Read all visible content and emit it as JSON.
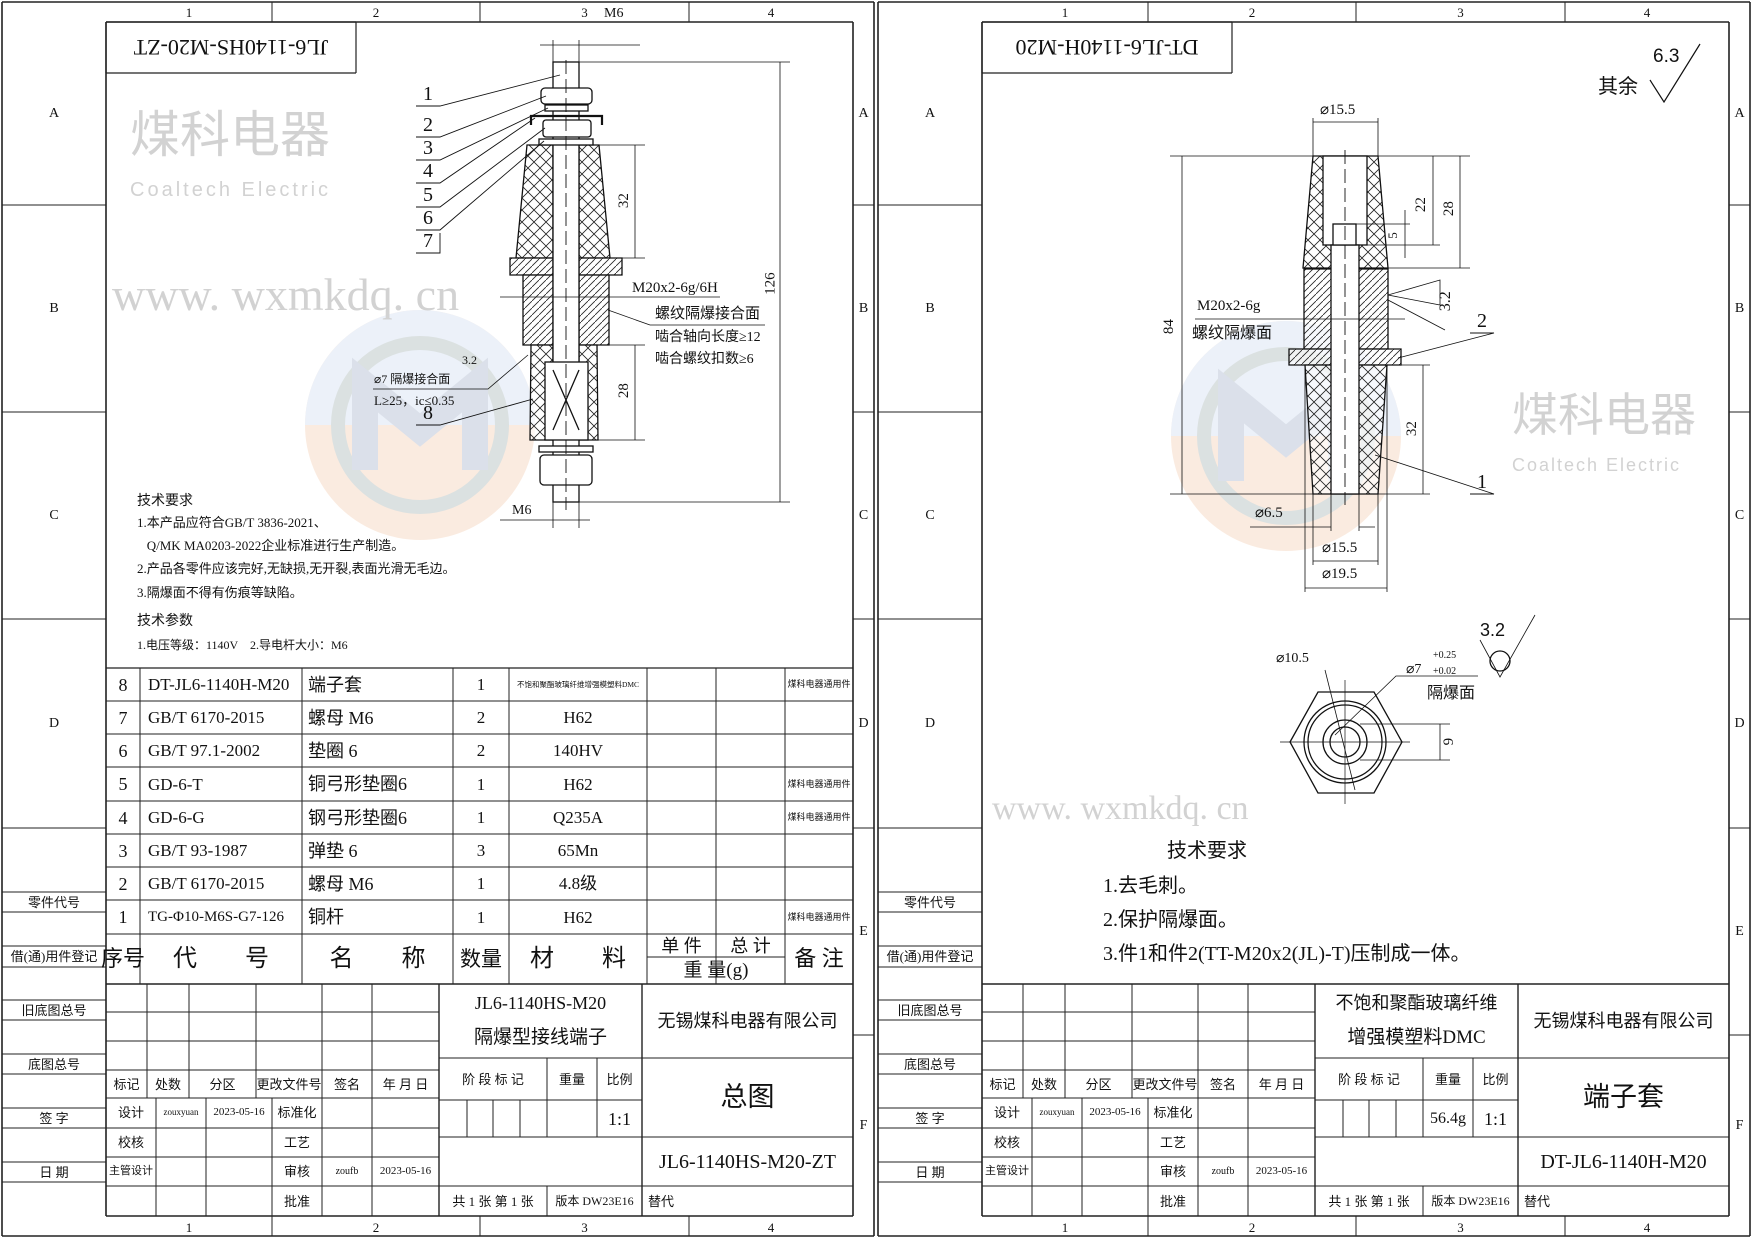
{
  "watermark": {
    "brand_cn": "煤科电器",
    "brand_en": "Coaltech Electric",
    "url": "www. wxmkdq. cn"
  },
  "sheets": [
    {
      "flipped_code": "JL6-1140HS-M20-ZT",
      "col_labels": [
        "1",
        "2",
        "3",
        "4"
      ],
      "row_labels": [
        "A",
        "B",
        "C",
        "D",
        "E",
        "F"
      ],
      "margin_labels": {
        "part_code": "零件代号",
        "borrowed": "借(通)用件登记",
        "old_base": "旧底图总号",
        "base": "底图总号",
        "sign": "签 字",
        "date": "日 期"
      },
      "drawing": {
        "m6_top": "M6",
        "m6_bottom": "M6",
        "dim_126": "126",
        "dim_32": "32",
        "dim_28": "28",
        "thread": "M20x2-6g/6H",
        "thread_face": "螺纹隔爆接合面",
        "engage_len": "啮合轴向长度≥12",
        "engage_turns": "啮合螺纹扣数≥6",
        "bore_face": "⌀7 隔爆接合面",
        "bore_roughness": "3.2",
        "bore_spec": "L≥25，ic≤0.35",
        "balloons": [
          "1",
          "2",
          "3",
          "4",
          "5",
          "6",
          "7",
          "8"
        ]
      },
      "notes": {
        "req_title": "技术要求",
        "req": [
          "1.本产品应符合GB/T 3836-2021、",
          "   Q/MK MA0203-2022企业标准进行生产制造。",
          "2.产品各零件应该完好,无缺损,无开裂,表面光滑无毛边。",
          "3.隔爆面不得有伤痕等缺陷。"
        ],
        "param_title": "技术参数",
        "params": "1.电压等级：1140V    2.导电杆大小：M6"
      },
      "parts_header": {
        "no": "序号",
        "code": "代　　号",
        "name": "名　　称",
        "qty": "数量",
        "material": "材　　料",
        "unit": "单 件",
        "total": "总 计",
        "weight": "重 量(g)",
        "note": "备 注"
      },
      "parts": [
        {
          "no": "8",
          "code": "DT-JL6-1140H-M20",
          "name": "端子套",
          "qty": "1",
          "material": "不饱和聚酯玻璃纤维增强模塑料DMC",
          "note": "煤科电器通用件"
        },
        {
          "no": "7",
          "code": "GB/T 6170-2015",
          "name": "螺母 M6",
          "qty": "2",
          "material": "H62",
          "note": ""
        },
        {
          "no": "6",
          "code": "GB/T 97.1-2002",
          "name": "垫圈 6",
          "qty": "2",
          "material": "140HV",
          "note": ""
        },
        {
          "no": "5",
          "code": "GD-6-T",
          "name": "铜弓形垫圈6",
          "qty": "1",
          "material": "H62",
          "note": "煤科电器通用件"
        },
        {
          "no": "4",
          "code": "GD-6-G",
          "name": "钢弓形垫圈6",
          "qty": "1",
          "material": "Q235A",
          "note": "煤科电器通用件"
        },
        {
          "no": "3",
          "code": "GB/T 93-1987",
          "name": "弹垫 6",
          "qty": "3",
          "material": "65Mn",
          "note": ""
        },
        {
          "no": "2",
          "code": "GB/T 6170-2015",
          "name": "螺母 M6",
          "qty": "1",
          "material": "4.8级",
          "note": ""
        },
        {
          "no": "1",
          "code": "TG-Φ10-M6S-G7-126",
          "name": "铜杆",
          "qty": "1",
          "material": "H62",
          "note": "煤科电器通用件"
        }
      ],
      "title_block": {
        "h_mark": "标记",
        "h_count": "处数",
        "h_zone": "分区",
        "h_doc": "更改文件号",
        "h_sign": "签名",
        "h_date": "年 月 日",
        "design": "设计",
        "designer": "zouxyuan",
        "design_date": "2023-05-16",
        "standard": "标准化",
        "check": "校核",
        "process": "工艺",
        "chief": "主管设计",
        "review": "审核",
        "reviewer": "zoufb",
        "review_date": "2023-05-16",
        "approve": "批准",
        "name_line1": "JL6-1140HS-M20",
        "name_line2": "隔爆型接线端子",
        "company": "无锡煤科电器有限公司",
        "stage": "阶 段 标 记",
        "weight_h": "重量",
        "scale_h": "比例",
        "weight": "",
        "scale": "1:1",
        "title": "总图",
        "code": "JL6-1140HS-M20-ZT",
        "sheets": "共 1 张  第 1 张",
        "version": "版本 DW23E16",
        "replace": "替代"
      }
    },
    {
      "flipped_code": "DT-JL6-1140H-M20",
      "col_labels": [
        "1",
        "2",
        "3",
        "4"
      ],
      "row_labels": [
        "A",
        "B",
        "C",
        "D",
        "E",
        "F"
      ],
      "margin_labels": {
        "part_code": "零件代号",
        "borrowed": "借(通)用件登记",
        "old_base": "旧底图总号",
        "base": "底图总号",
        "sign": "签 字",
        "date": "日 期"
      },
      "roughness": {
        "label": "其余",
        "value": "6.3"
      },
      "drawing": {
        "d_top": "⌀15.5",
        "dim_84": "84",
        "dim_22": "22",
        "dim_28": "28",
        "dim_5": "5",
        "rough_thread": "3.2",
        "thread": "M20x2-6g",
        "thread_face": "螺纹隔爆面",
        "dim_32": "32",
        "d_bore": "⌀6.5",
        "d_bottom": "⌀15.5",
        "d_outer": "⌀19.5",
        "d_hex": "⌀10.5",
        "d_hole": "⌀7",
        "tol_up": "+0.25",
        "tol_low": "+0.02",
        "face": "隔爆面",
        "rough_face": "3.2",
        "dim_9": "9",
        "balloons": [
          "1",
          "2"
        ]
      },
      "notes": {
        "req_title": "技术要求",
        "req": [
          "1.去毛刺。",
          "2.保护隔爆面。",
          "3.件1和件2(TT-M20x2(JL)-T)压制成一体。"
        ]
      },
      "title_block": {
        "h_mark": "标记",
        "h_count": "处数",
        "h_zone": "分区",
        "h_doc": "更改文件号",
        "h_sign": "签名",
        "h_date": "年 月 日",
        "design": "设计",
        "designer": "zouxyuan",
        "design_date": "2023-05-16",
        "standard": "标准化",
        "check": "校核",
        "process": "工艺",
        "chief": "主管设计",
        "review": "审核",
        "reviewer": "zoufb",
        "review_date": "2023-05-16",
        "approve": "批准",
        "name_line1": "不饱和聚酯玻璃纤维",
        "name_line2": "增强模塑料DMC",
        "company": "无锡煤科电器有限公司",
        "stage": "阶 段 标 记",
        "weight_h": "重量",
        "scale_h": "比例",
        "weight": "56.4g",
        "scale": "1:1",
        "title": "端子套",
        "code": "DT-JL6-1140H-M20",
        "sheets": "共 1 张  第 1 张",
        "version": "版本 DW23E16",
        "replace": "替代"
      }
    }
  ]
}
